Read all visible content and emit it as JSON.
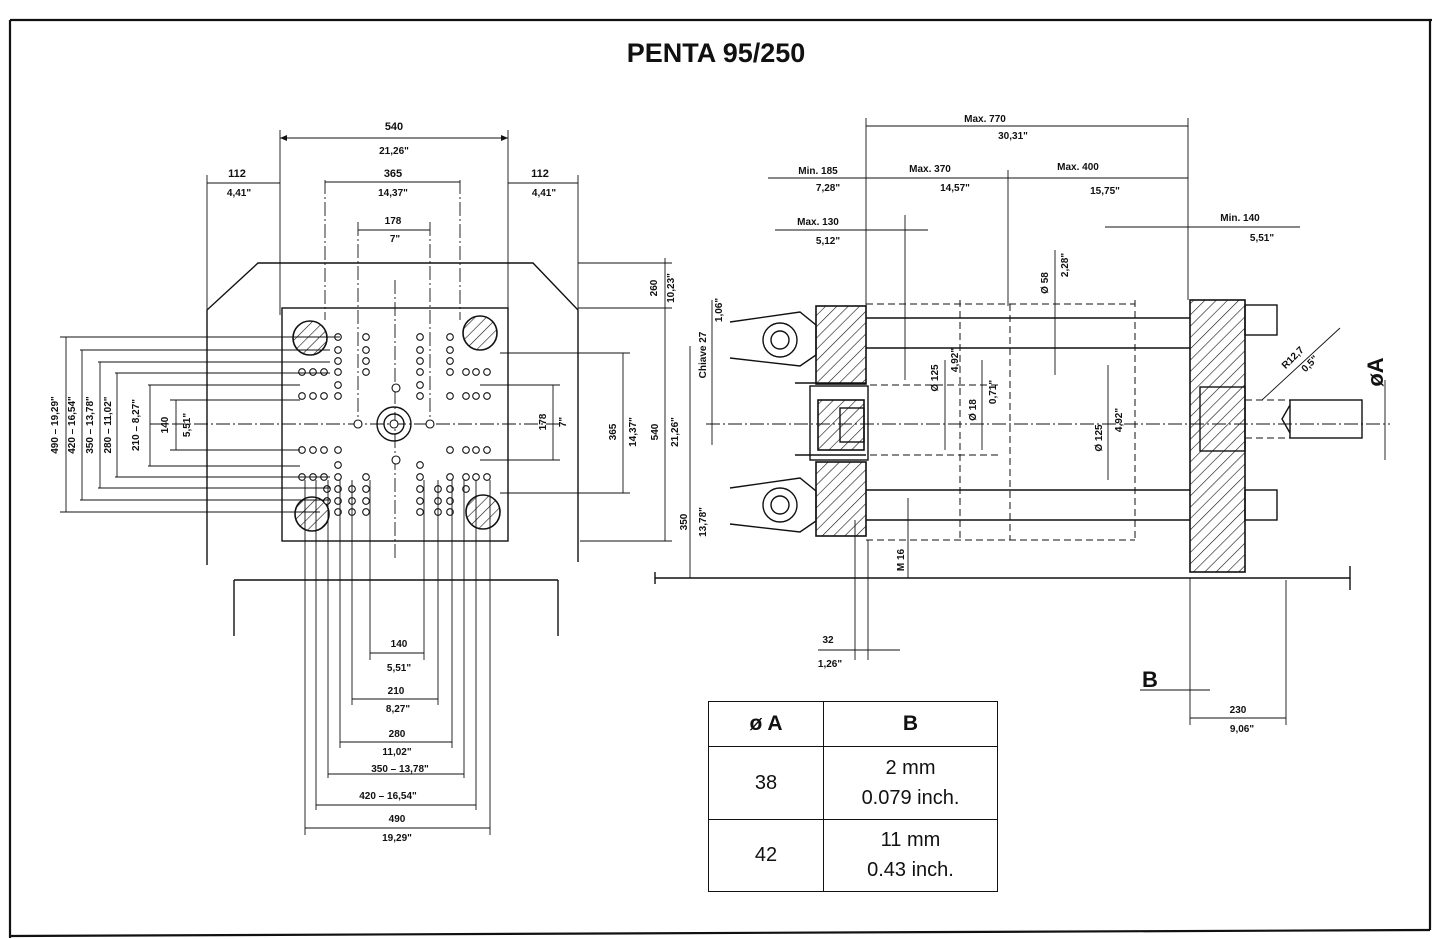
{
  "title": "PENTA 95/250",
  "front": {
    "width": "540",
    "width_in": "21,26\"",
    "side_left": "112",
    "side_left_in": "4,41\"",
    "side_right": "112",
    "side_right_in": "4,41\"",
    "tie": "365",
    "tie_in": "14,37\"",
    "center": "178",
    "center_in": "7\"",
    "v_left": [
      "490 – 19,29\"",
      "420 – 16,54\"",
      "350 – 13,78\"",
      "280 – 11,02\"",
      "210 – 8,27\""
    ],
    "v140": "140",
    "v140_in": "5,51\"",
    "v178": "178",
    "v178_in": "7\"",
    "v365": "365",
    "v365_in": "14,37\"",
    "v540": "540",
    "v540_in": "21,26\"",
    "v260": "260",
    "v260_in": "10,23\"",
    "v350": "350",
    "v350_in": "13,78\"",
    "b140": "140",
    "b140_in": "5,51\"",
    "b210": "210",
    "b210_in": "8,27\"",
    "b280": "280",
    "b280_in": "11,02\"",
    "b350": "350 – 13,78\"",
    "b420": "420 – 16,54\"",
    "b490": "490",
    "b490_in": "19,29\""
  },
  "side": {
    "max770": "Max. 770",
    "max770_in": "30,31\"",
    "min185": "Min. 185",
    "min185_in": "7,28\"",
    "max370": "Max. 370",
    "max370_in": "14,57\"",
    "max400": "Max. 400",
    "max400_in": "15,75\"",
    "max130": "Max. 130",
    "max130_in": "5,12\"",
    "min140": "Min. 140",
    "min140_in": "5,51\"",
    "chiave": "Chiave 27",
    "chiave_in": "1,06\"",
    "d58": "Ø 58",
    "d58_in": "2,28\"",
    "d125a": "Ø 125",
    "d125a_in": "4,92\"",
    "d18": "Ø 18",
    "d18_in": "0,71\"",
    "d125b": "Ø 125",
    "d125b_in": "4,92\"",
    "r12": "R12,7",
    "r12_in": "0,5\"",
    "phiA": "øA",
    "m16": "M 16",
    "v350": "350",
    "v350_in": "13,78\"",
    "d32": "32",
    "d32_in": "1,26\"",
    "b_label": "B",
    "d230": "230",
    "d230_in": "9,06\""
  },
  "table": {
    "headers": [
      "ø A",
      "B"
    ],
    "rows": [
      {
        "a": "38",
        "b1": "2 mm",
        "b2": "0.079 inch."
      },
      {
        "a": "42",
        "b1": "11 mm",
        "b2": "0.43 inch."
      }
    ]
  }
}
